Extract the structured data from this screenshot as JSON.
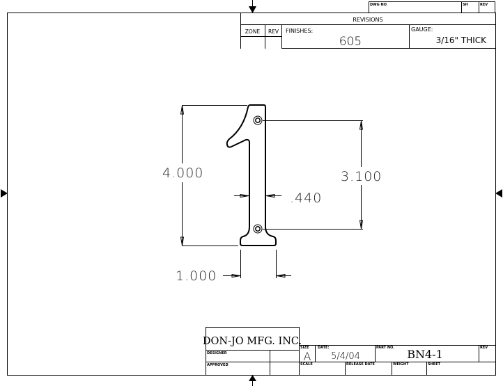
{
  "top_block": {
    "dwg_no_label": "DWG NO",
    "sh_label": "SH",
    "rev_label": "REV"
  },
  "revisions": {
    "title": "REVISIONS",
    "zone_label": "ZONE",
    "rev_label": "REV",
    "finishes_label": "FINISHES:",
    "finishes_value": "605",
    "gauge_label": "GAUGE:",
    "gauge_value": "3/16\" THICK"
  },
  "dimensions": {
    "height": "4.000",
    "hole_spacing": "3.100",
    "stem_width": ".440",
    "base_width": "1.000"
  },
  "title_block": {
    "company": "DON-JO MFG. INC.",
    "designer_label": "DESIGNER",
    "approved_label": "APPROVED",
    "size_label": "SIZE",
    "size_value": "A",
    "date_label": "DATE:",
    "date_value": "5/4/04",
    "part_no_label": "PART NO.",
    "part_no_value": "BN4-1",
    "rev_label": "REV",
    "scale_label": "SCALE",
    "release_date_label": "RELEASE DATE",
    "weight_label": "WEIGHT",
    "sheet_label": "SHEET"
  }
}
